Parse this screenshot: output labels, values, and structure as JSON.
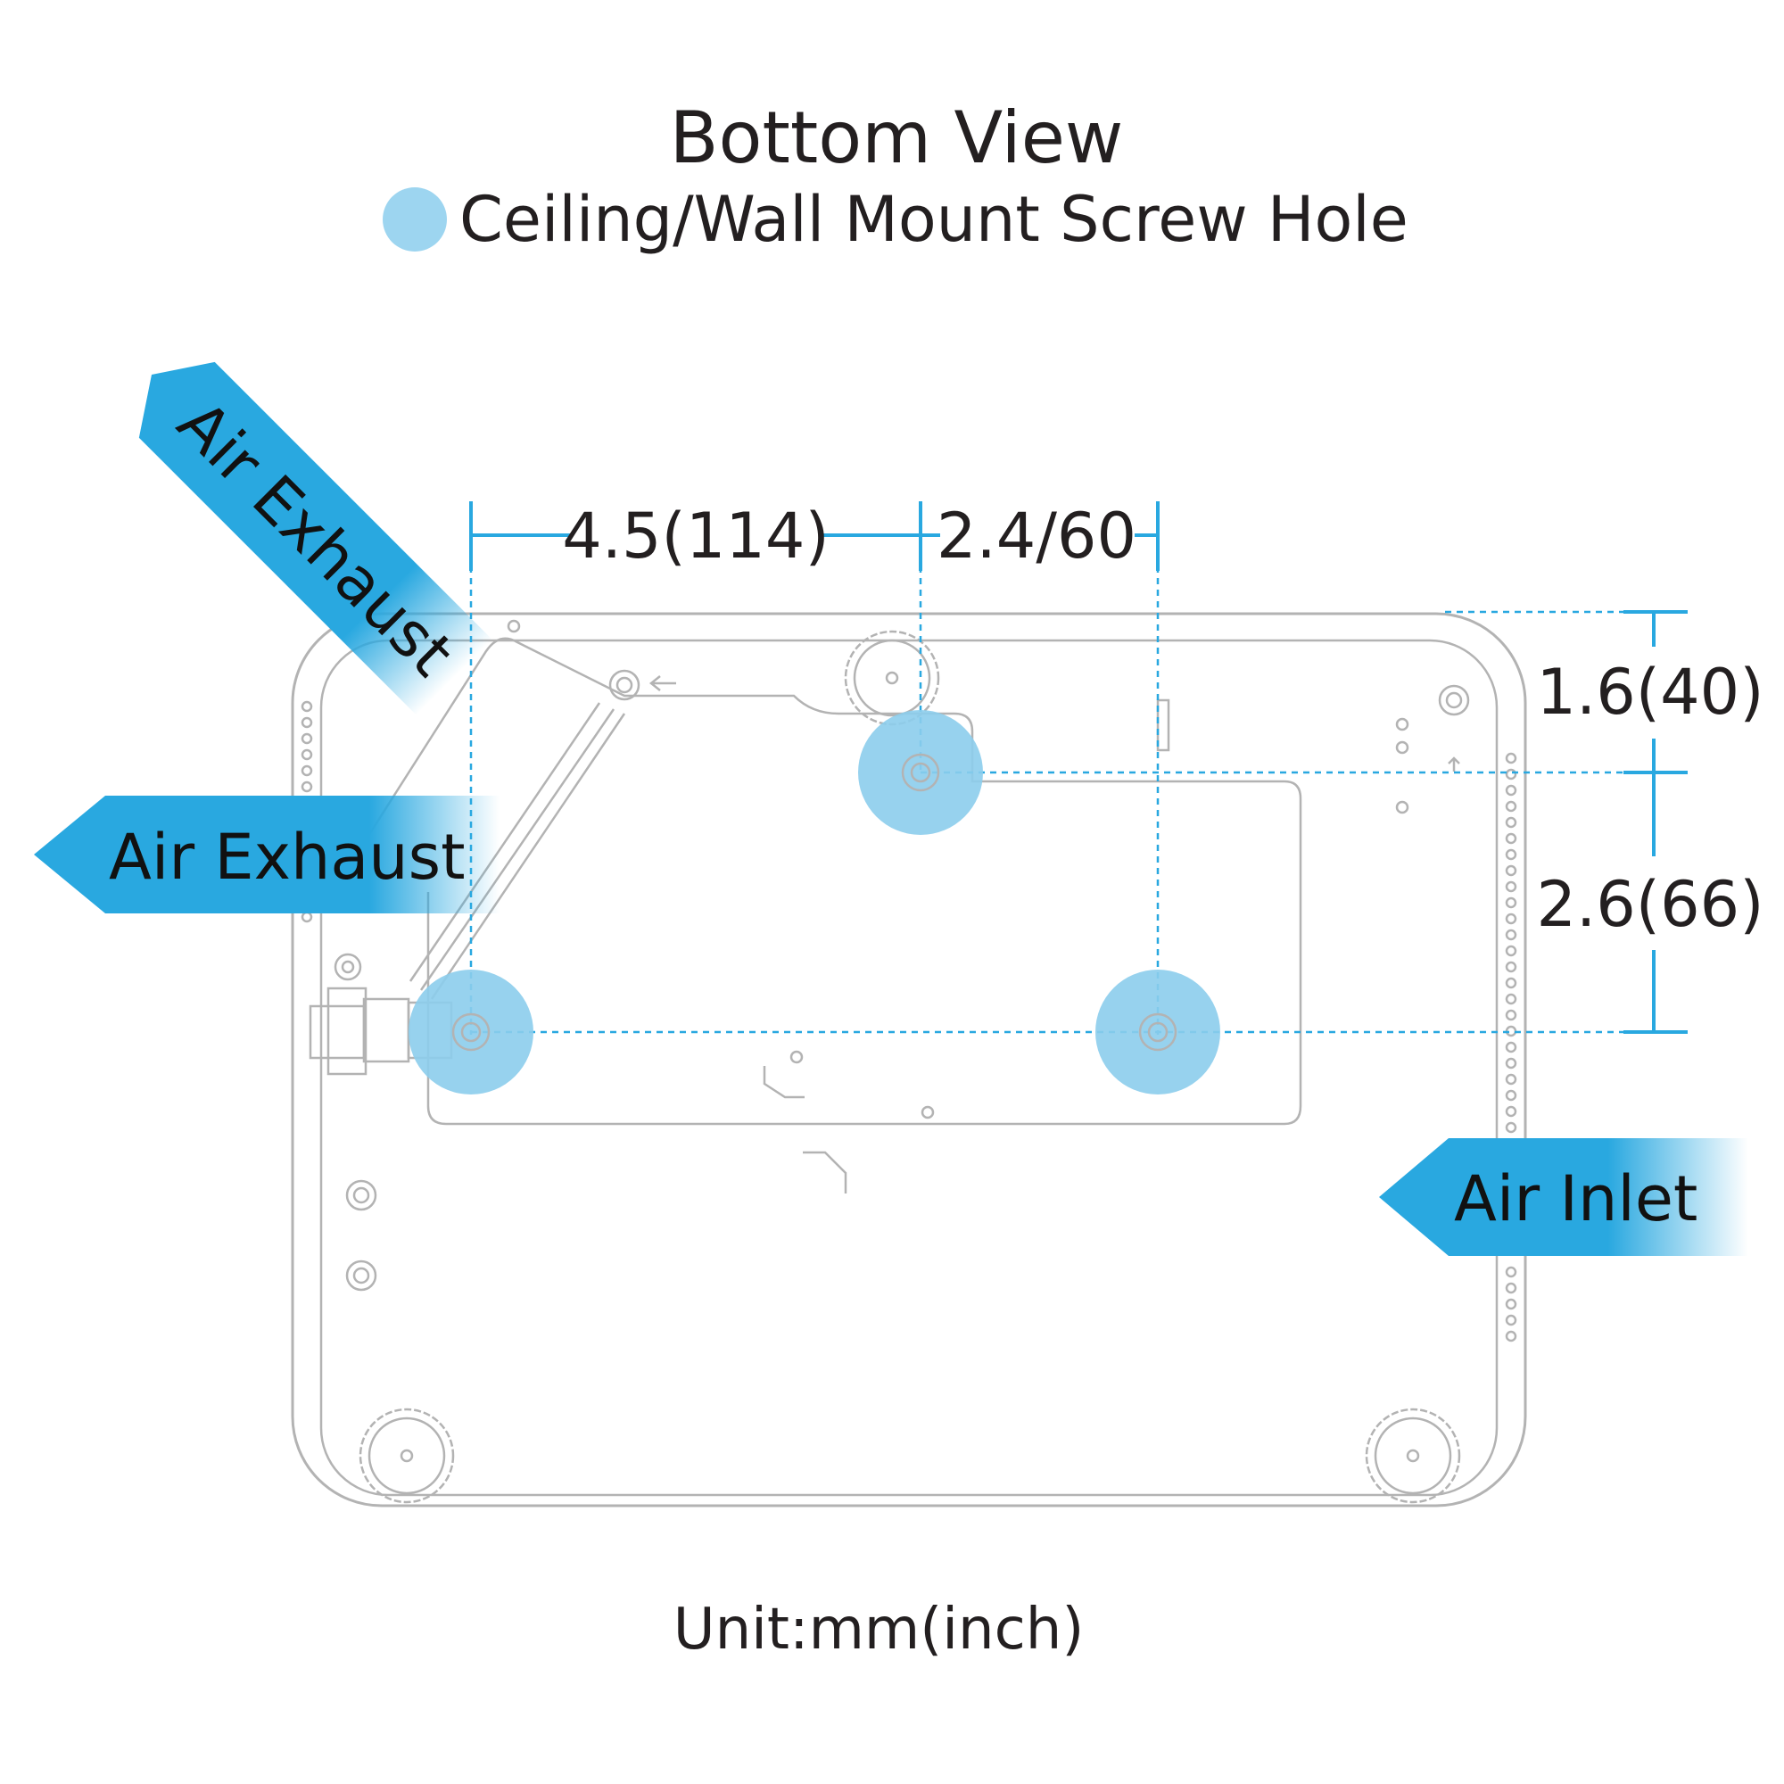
{
  "title": "Bottom View",
  "legend": {
    "label": "Ceiling/Wall Mount Screw Hole",
    "color": "#9dd5f0",
    "icon": "screw-hole-dot-icon"
  },
  "dimensions": {
    "horizontal_left": "4.5(114)",
    "horizontal_right": "2.4/60",
    "vertical_top": "1.6(40)",
    "vertical_bottom": "2.6(66)"
  },
  "airflow": {
    "exhaust_diagonal": "Air Exhaust",
    "exhaust_left": "Air Exhaust",
    "inlet_right": "Air Inlet",
    "arrow_color": "#29a8e0"
  },
  "unit_note": "Unit:mm(inch)",
  "colors": {
    "outline": "#b3b3b3",
    "dimension": "#29a8e0",
    "text": "#231f20"
  }
}
